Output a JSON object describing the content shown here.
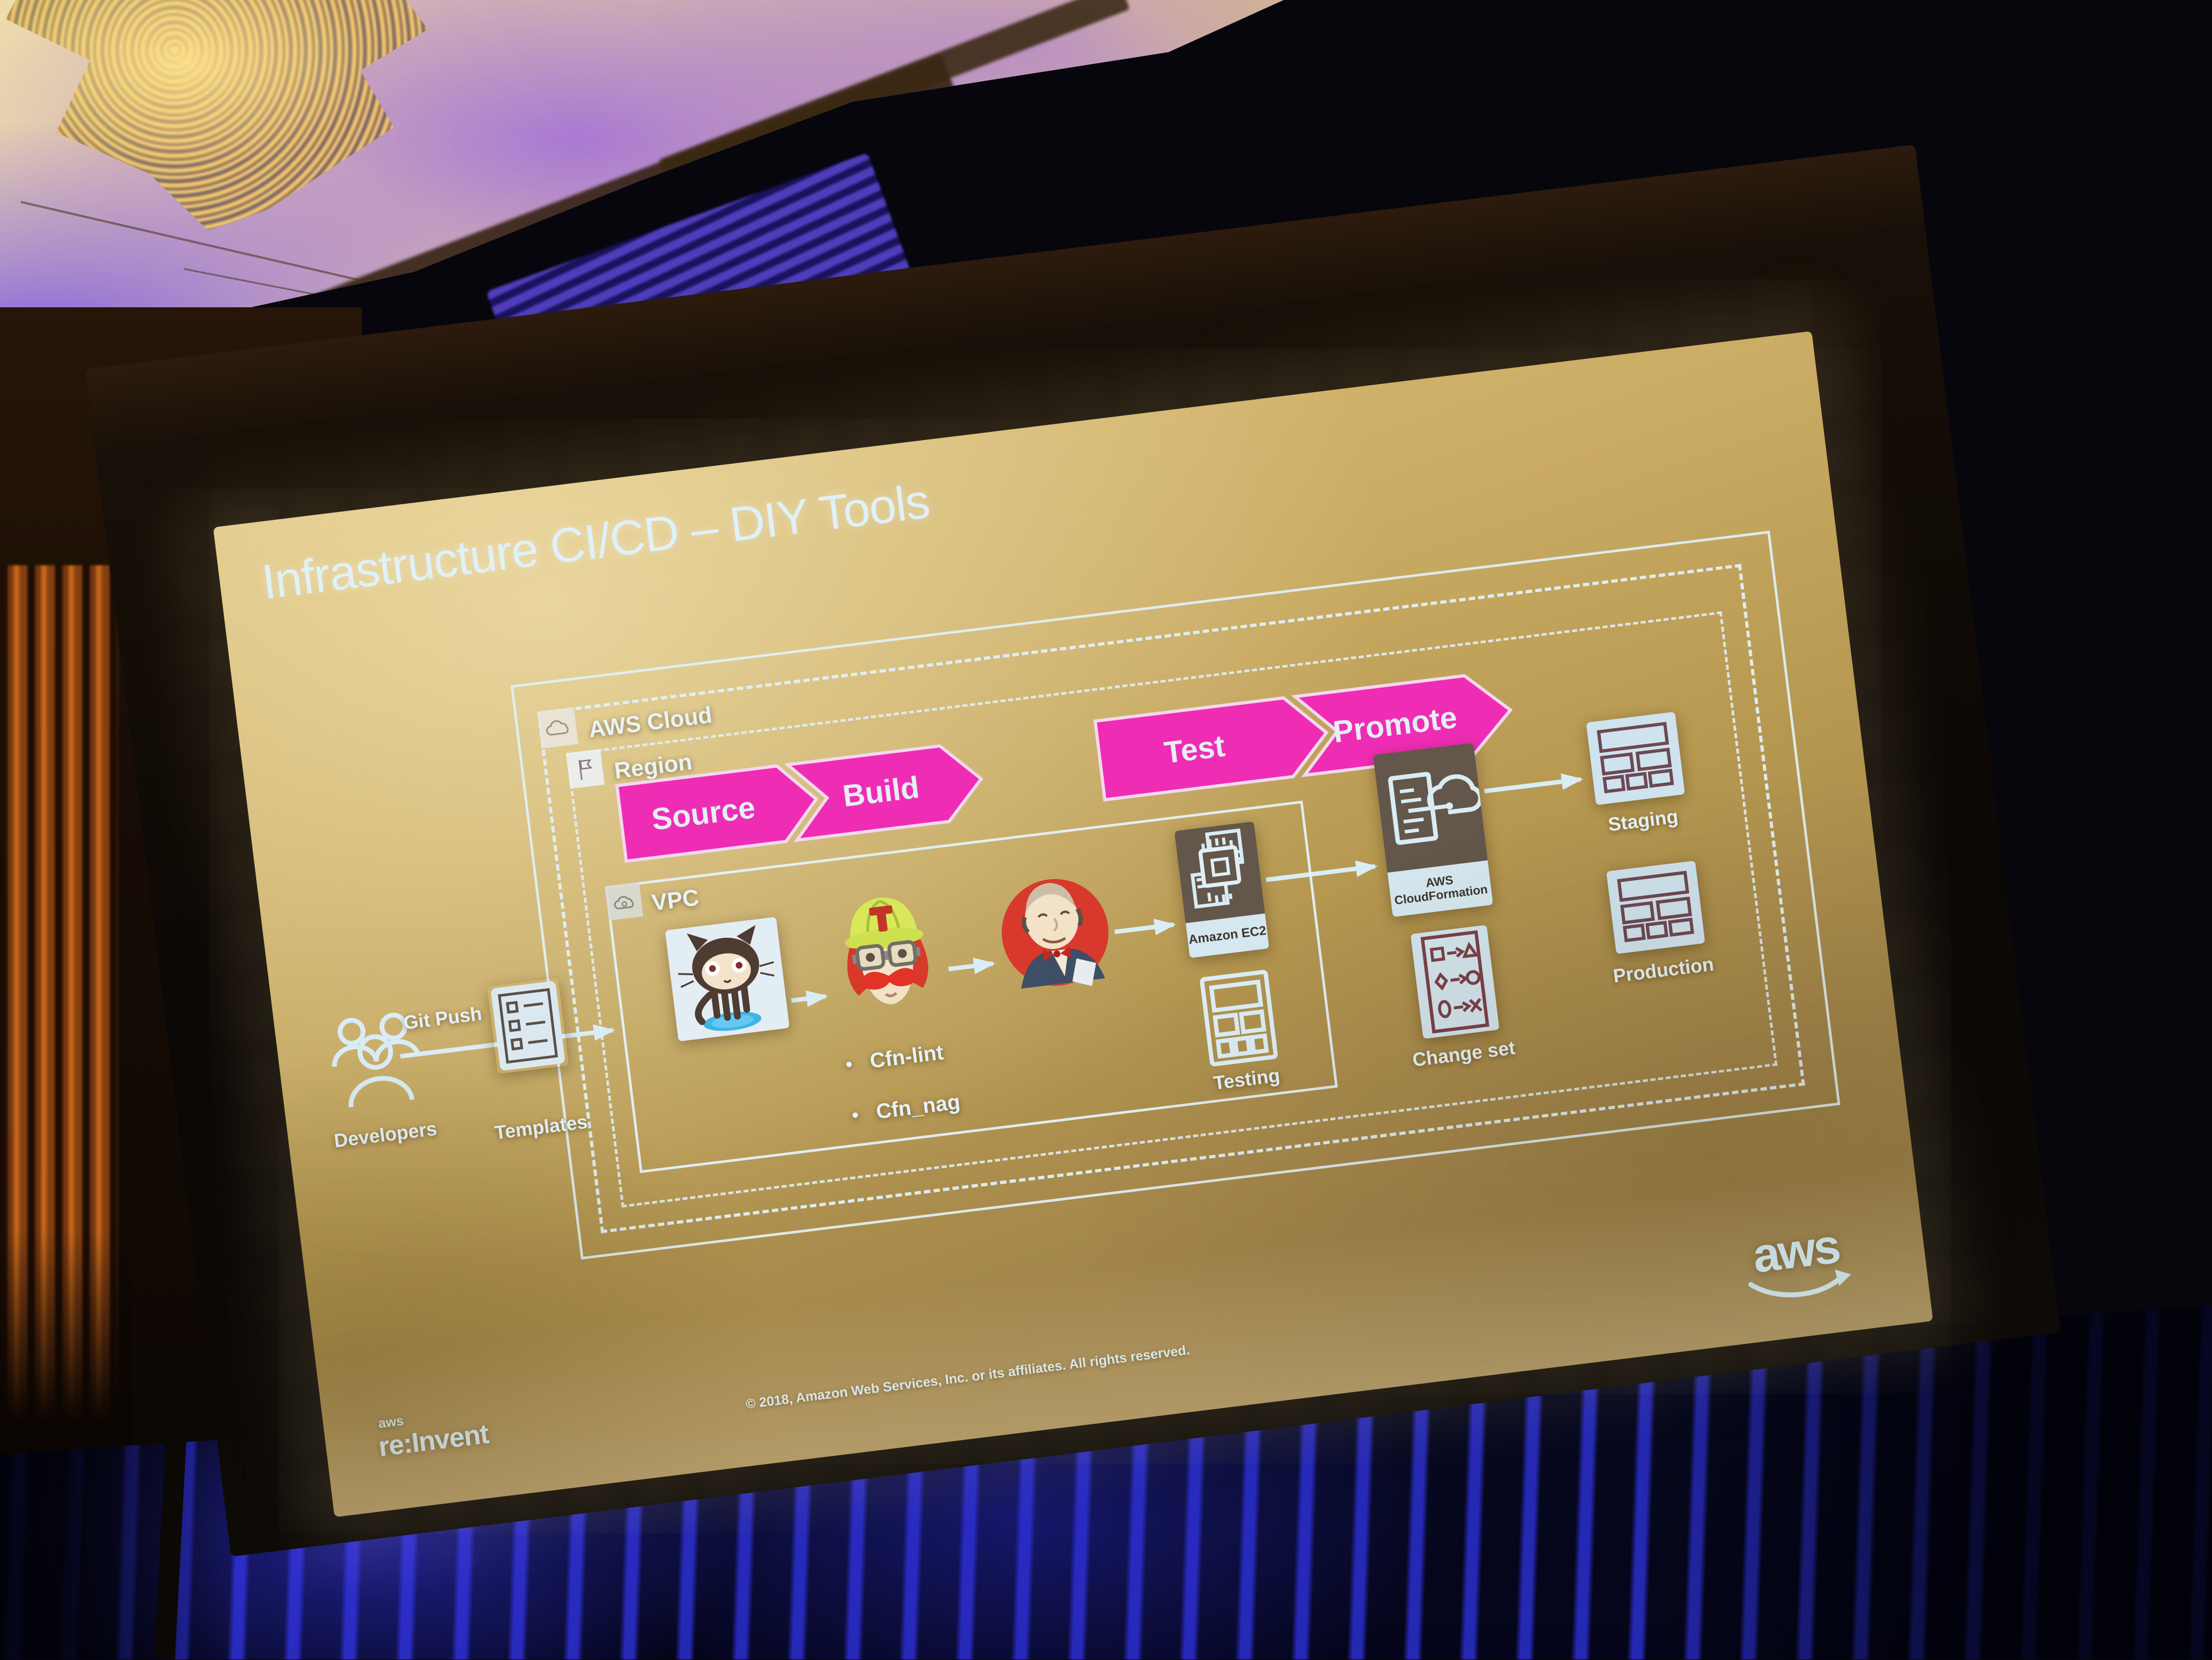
{
  "slide": {
    "title": "Infrastructure CI/CD – DIY Tools",
    "containers": {
      "aws_cloud": "AWS Cloud",
      "region": "Region",
      "vpc": "VPC"
    },
    "stages": [
      "Source",
      "Build",
      "Test",
      "Promote"
    ],
    "nodes": {
      "developers": "Developers",
      "git_push": "Git Push",
      "templates": "Templates",
      "ec2": "Amazon EC2",
      "testing": "Testing",
      "cloudformation": "AWS CloudFormation",
      "change_set": "Change set",
      "staging": "Staging",
      "production": "Production"
    },
    "checks": [
      "Cfn-lint",
      "Cfn_nag"
    ],
    "footer": {
      "event_logo_prefix": "aws",
      "event_logo": "re:Invent",
      "copyright": "© 2018, Amazon Web Services, Inc. or its affiliates. All rights reserved.",
      "aws_wordmark": "aws"
    },
    "colors": {
      "stage_pink": "#ef2db4",
      "slide_text": "#e5f2f9",
      "slide_background": "#c2a45c",
      "dark_tile": "#63564a",
      "curtain_blue": "#2a2ee0"
    },
    "icons": {
      "aws-cloud-icon": "cloud outline",
      "region-icon": "flag",
      "vpc-icon": "virtual private cloud droplet",
      "developers-icon": "three users outline",
      "templates-icon": "document checklist",
      "github-octocat-icon": "GitHub octocat mascot",
      "taskcat-icon": "TaskCat mascot with hard hat",
      "jenkins-icon": "Jenkins butler mascot",
      "ec2-chip-icon": "processor chip with offset frames",
      "testing-grid-icon": "stack layout grid outline",
      "cloudformation-icon": "template document with cloud",
      "changeset-icon": "shapes transforming list",
      "staging-stack-icon": "stack layout grid tile",
      "production-stack-icon": "stack layout grid tile",
      "aws-smile-icon": "amazon smile arrow"
    }
  }
}
